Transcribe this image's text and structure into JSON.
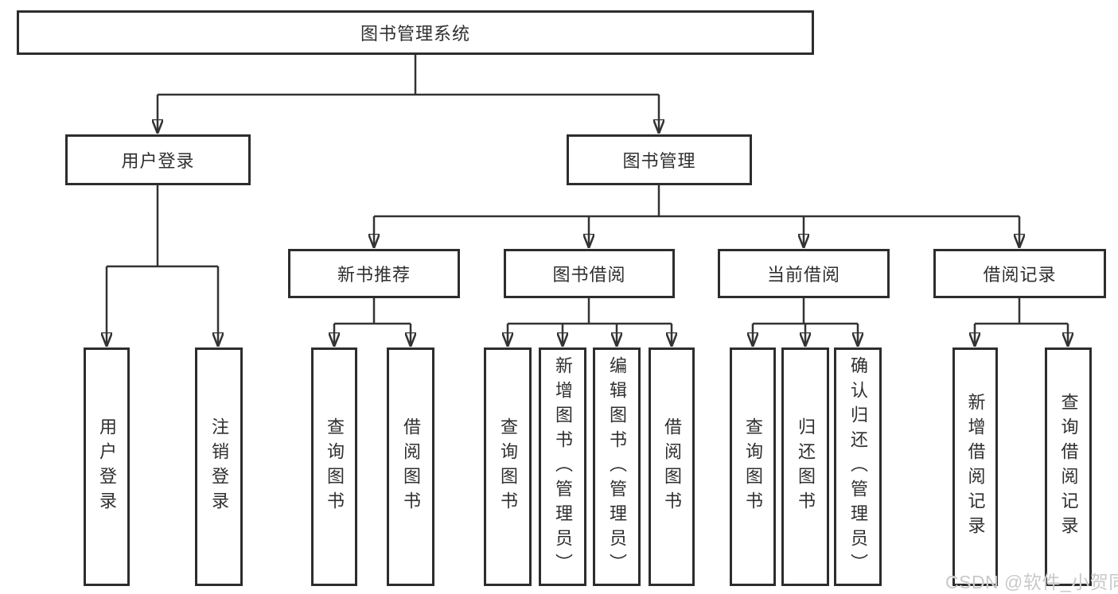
{
  "diagram": {
    "root": {
      "label": "图书管理系统"
    },
    "branches": [
      {
        "label": "用户登录",
        "children": [
          {
            "label": "用户登录"
          },
          {
            "label": "注销登录"
          }
        ]
      },
      {
        "label": "图书管理",
        "children": [
          {
            "label": "新书推荐",
            "children": [
              {
                "label": "查询图书"
              },
              {
                "label": "借阅图书"
              }
            ]
          },
          {
            "label": "图书借阅",
            "children": [
              {
                "label": "查询图书"
              },
              {
                "label": "新增图书（管理员）"
              },
              {
                "label": "编辑图书（管理员）"
              },
              {
                "label": "借阅图书"
              }
            ]
          },
          {
            "label": "当前借阅",
            "children": [
              {
                "label": "查询图书"
              },
              {
                "label": "归还图书"
              },
              {
                "label": "确认归还（管理员）"
              }
            ]
          },
          {
            "label": "借阅记录",
            "children": [
              {
                "label": "新增借阅记录"
              },
              {
                "label": "查询借阅记录"
              }
            ]
          }
        ]
      }
    ],
    "watermark": "CSDN @软件_小贺同学",
    "colors": {
      "line": "#333333",
      "box_border": "#2d2d2d",
      "box_background": "#ffffff",
      "text": "#2f2f2f",
      "watermark": "#c9c9c9",
      "page_background": "#ffffff"
    }
  }
}
